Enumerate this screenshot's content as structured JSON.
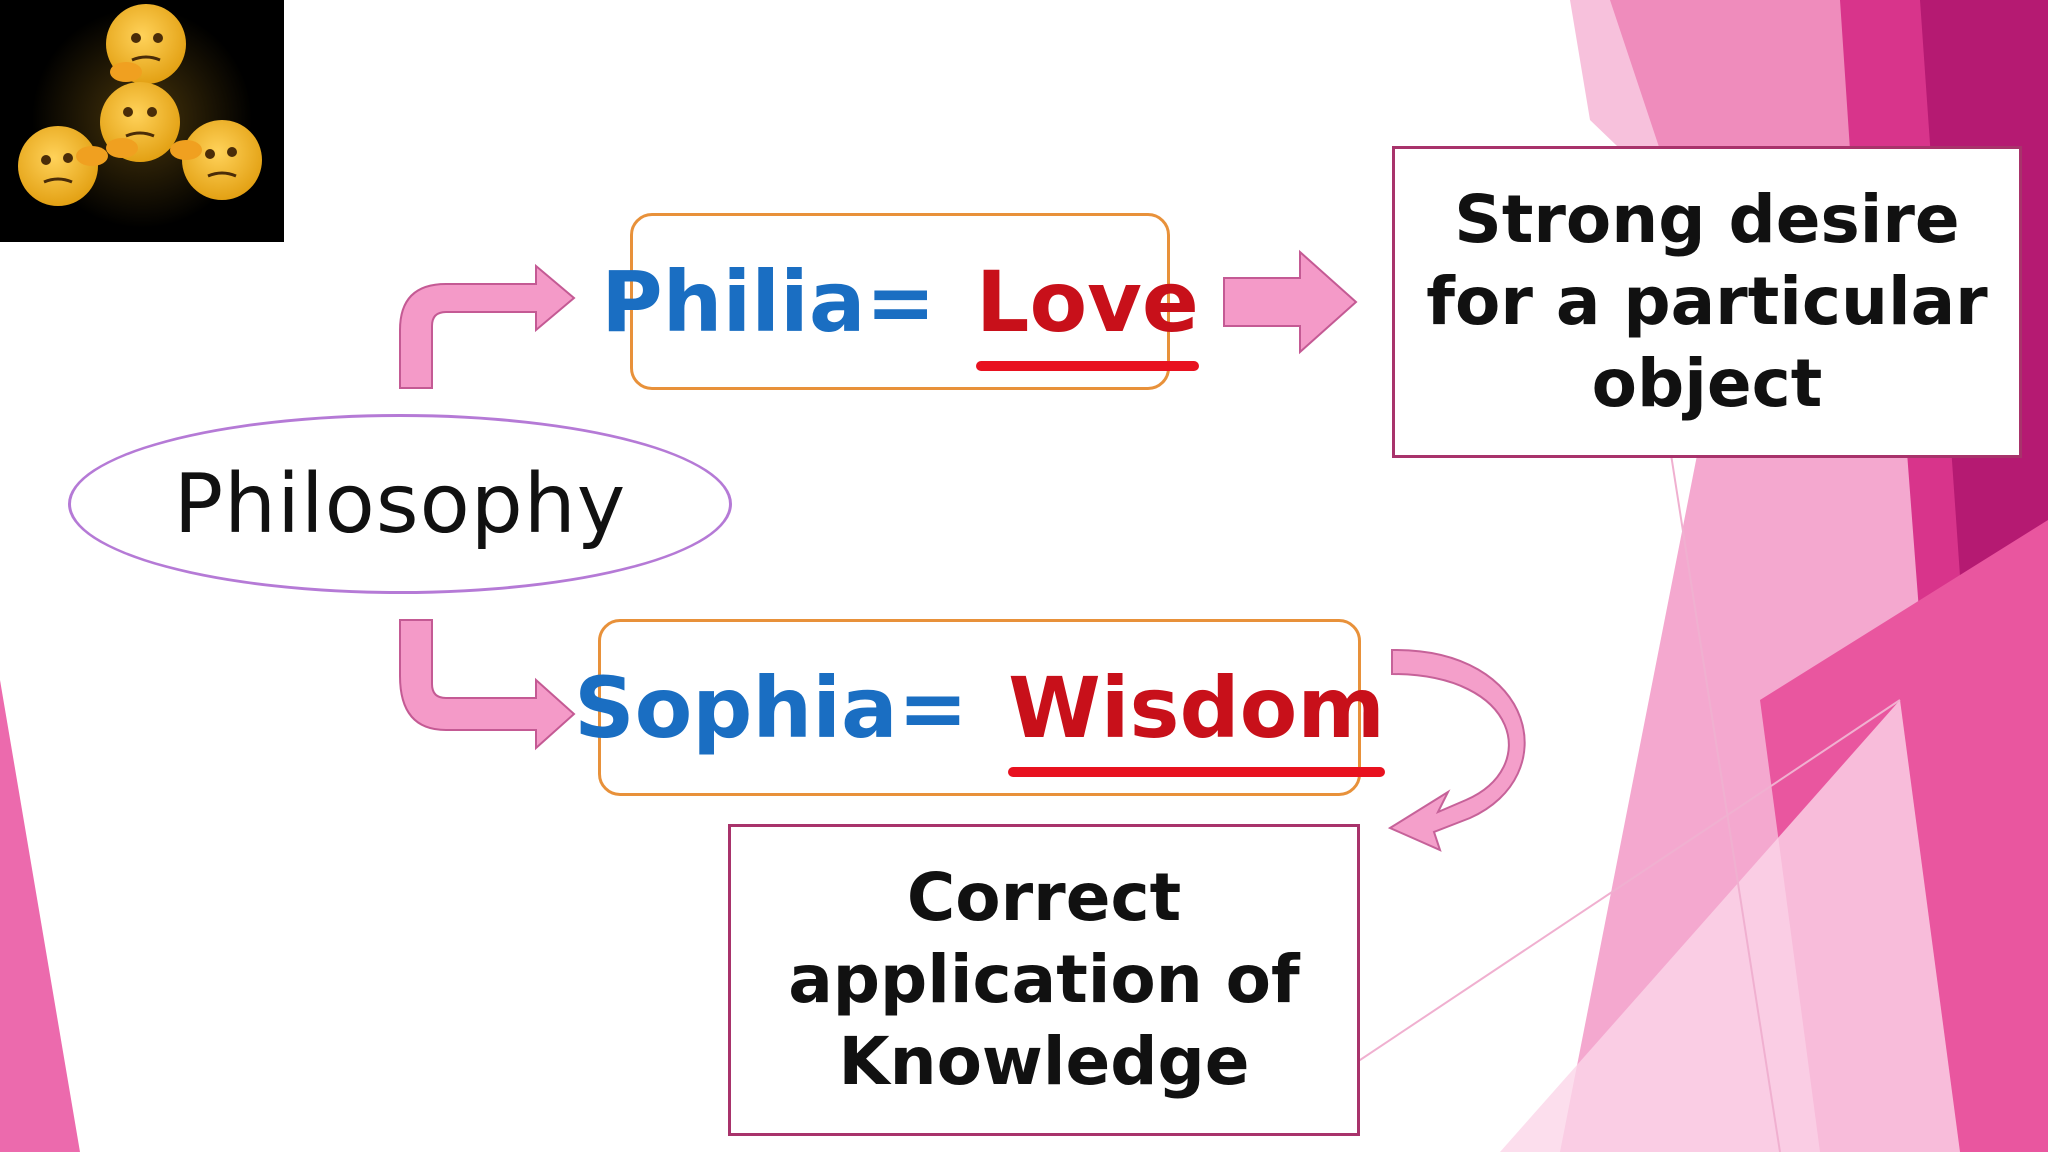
{
  "diagram": {
    "root": {
      "label": "Philosophy"
    },
    "branches": [
      {
        "term": "Philia=",
        "meaning": "Love",
        "definition": "Strong desire for a particular object"
      },
      {
        "term": "Sophia=",
        "meaning": "Wisdom",
        "definition": "Correct application of Knowledge"
      }
    ]
  },
  "thumbnail": {
    "icon": "thinking-face-spinner"
  },
  "colors": {
    "term_blue": "#1a6ec2",
    "meaning_red": "#c8101a",
    "underline_red": "#e8111f",
    "box_orange": "#e8913a",
    "definition_border": "#a8336b",
    "ellipse_purple": "#b57ad6",
    "arrow_pink": "#f49ac8",
    "arrow_outline": "#c45a94",
    "theme_magenta": "#d0237f"
  }
}
